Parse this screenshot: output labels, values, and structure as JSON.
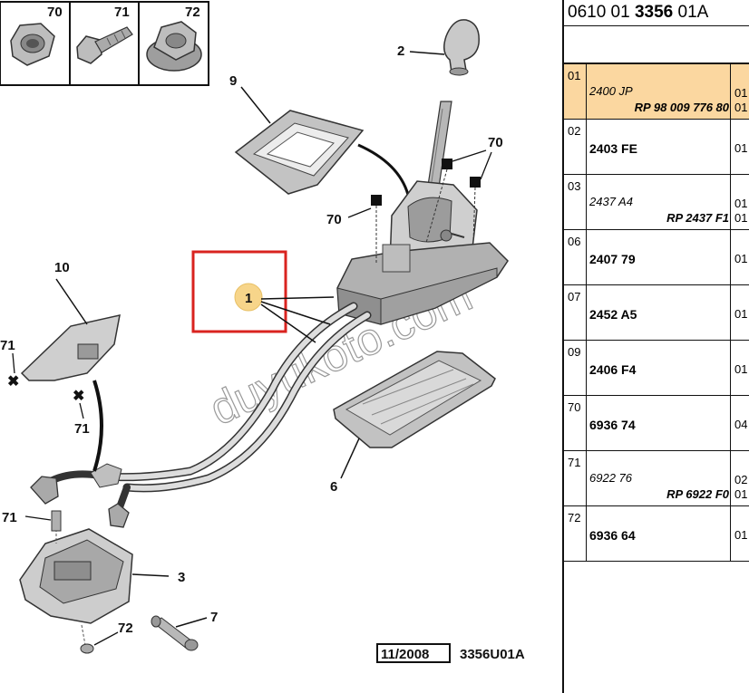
{
  "diagram": {
    "labels": {
      "l70_top": "70",
      "l71_top": "71",
      "l72_top": "72",
      "l2": "2",
      "l9": "9",
      "l70_right": "70",
      "l70_left": "70",
      "l10": "10",
      "l1": "1",
      "l71_left": "71",
      "l71_mid": "71",
      "l6": "6",
      "l71_bottom": "71",
      "l3": "3",
      "l7": "7",
      "l72_bottom": "72"
    },
    "date_code": "11/2008",
    "drawing_code": "3356U01A",
    "watermark": "duyukoto.com",
    "colors": {
      "highlight_box": "#d9231f",
      "callout_circle": "#f7d58a",
      "row_highlight": "#fbd7a0"
    }
  },
  "ref_table": {
    "header": {
      "prefix": "0610 01 ",
      "bold": "3356",
      "suffix": " 01A"
    },
    "rows": [
      {
        "idx": "01",
        "part": "2400 JP",
        "alt": true,
        "rp": "RP 98 009 776 80",
        "qty": "01",
        "qty2": "01",
        "highlight": true
      },
      {
        "idx": "02",
        "part": "2403 FE",
        "alt": false,
        "rp": "",
        "qty": "01",
        "qty2": ""
      },
      {
        "idx": "03",
        "part": "2437 A4",
        "alt": true,
        "rp": "RP 2437 F1",
        "qty": "01",
        "qty2": "01"
      },
      {
        "idx": "06",
        "part": "2407 79",
        "alt": false,
        "rp": "",
        "qty": "01",
        "qty2": ""
      },
      {
        "idx": "07",
        "part": "2452 A5",
        "alt": false,
        "rp": "",
        "qty": "01",
        "qty2": ""
      },
      {
        "idx": "09",
        "part": "2406 F4",
        "alt": false,
        "rp": "",
        "qty": "01",
        "qty2": ""
      },
      {
        "idx": "70",
        "part": "6936 74",
        "alt": false,
        "rp": "",
        "qty": "04",
        "qty2": ""
      },
      {
        "idx": "71",
        "part": "6922 76",
        "alt": true,
        "rp": "RP 6922 F0",
        "qty": "02",
        "qty2": "01"
      },
      {
        "idx": "72",
        "part": "6936 64",
        "alt": false,
        "rp": "",
        "qty": "01",
        "qty2": ""
      }
    ]
  }
}
